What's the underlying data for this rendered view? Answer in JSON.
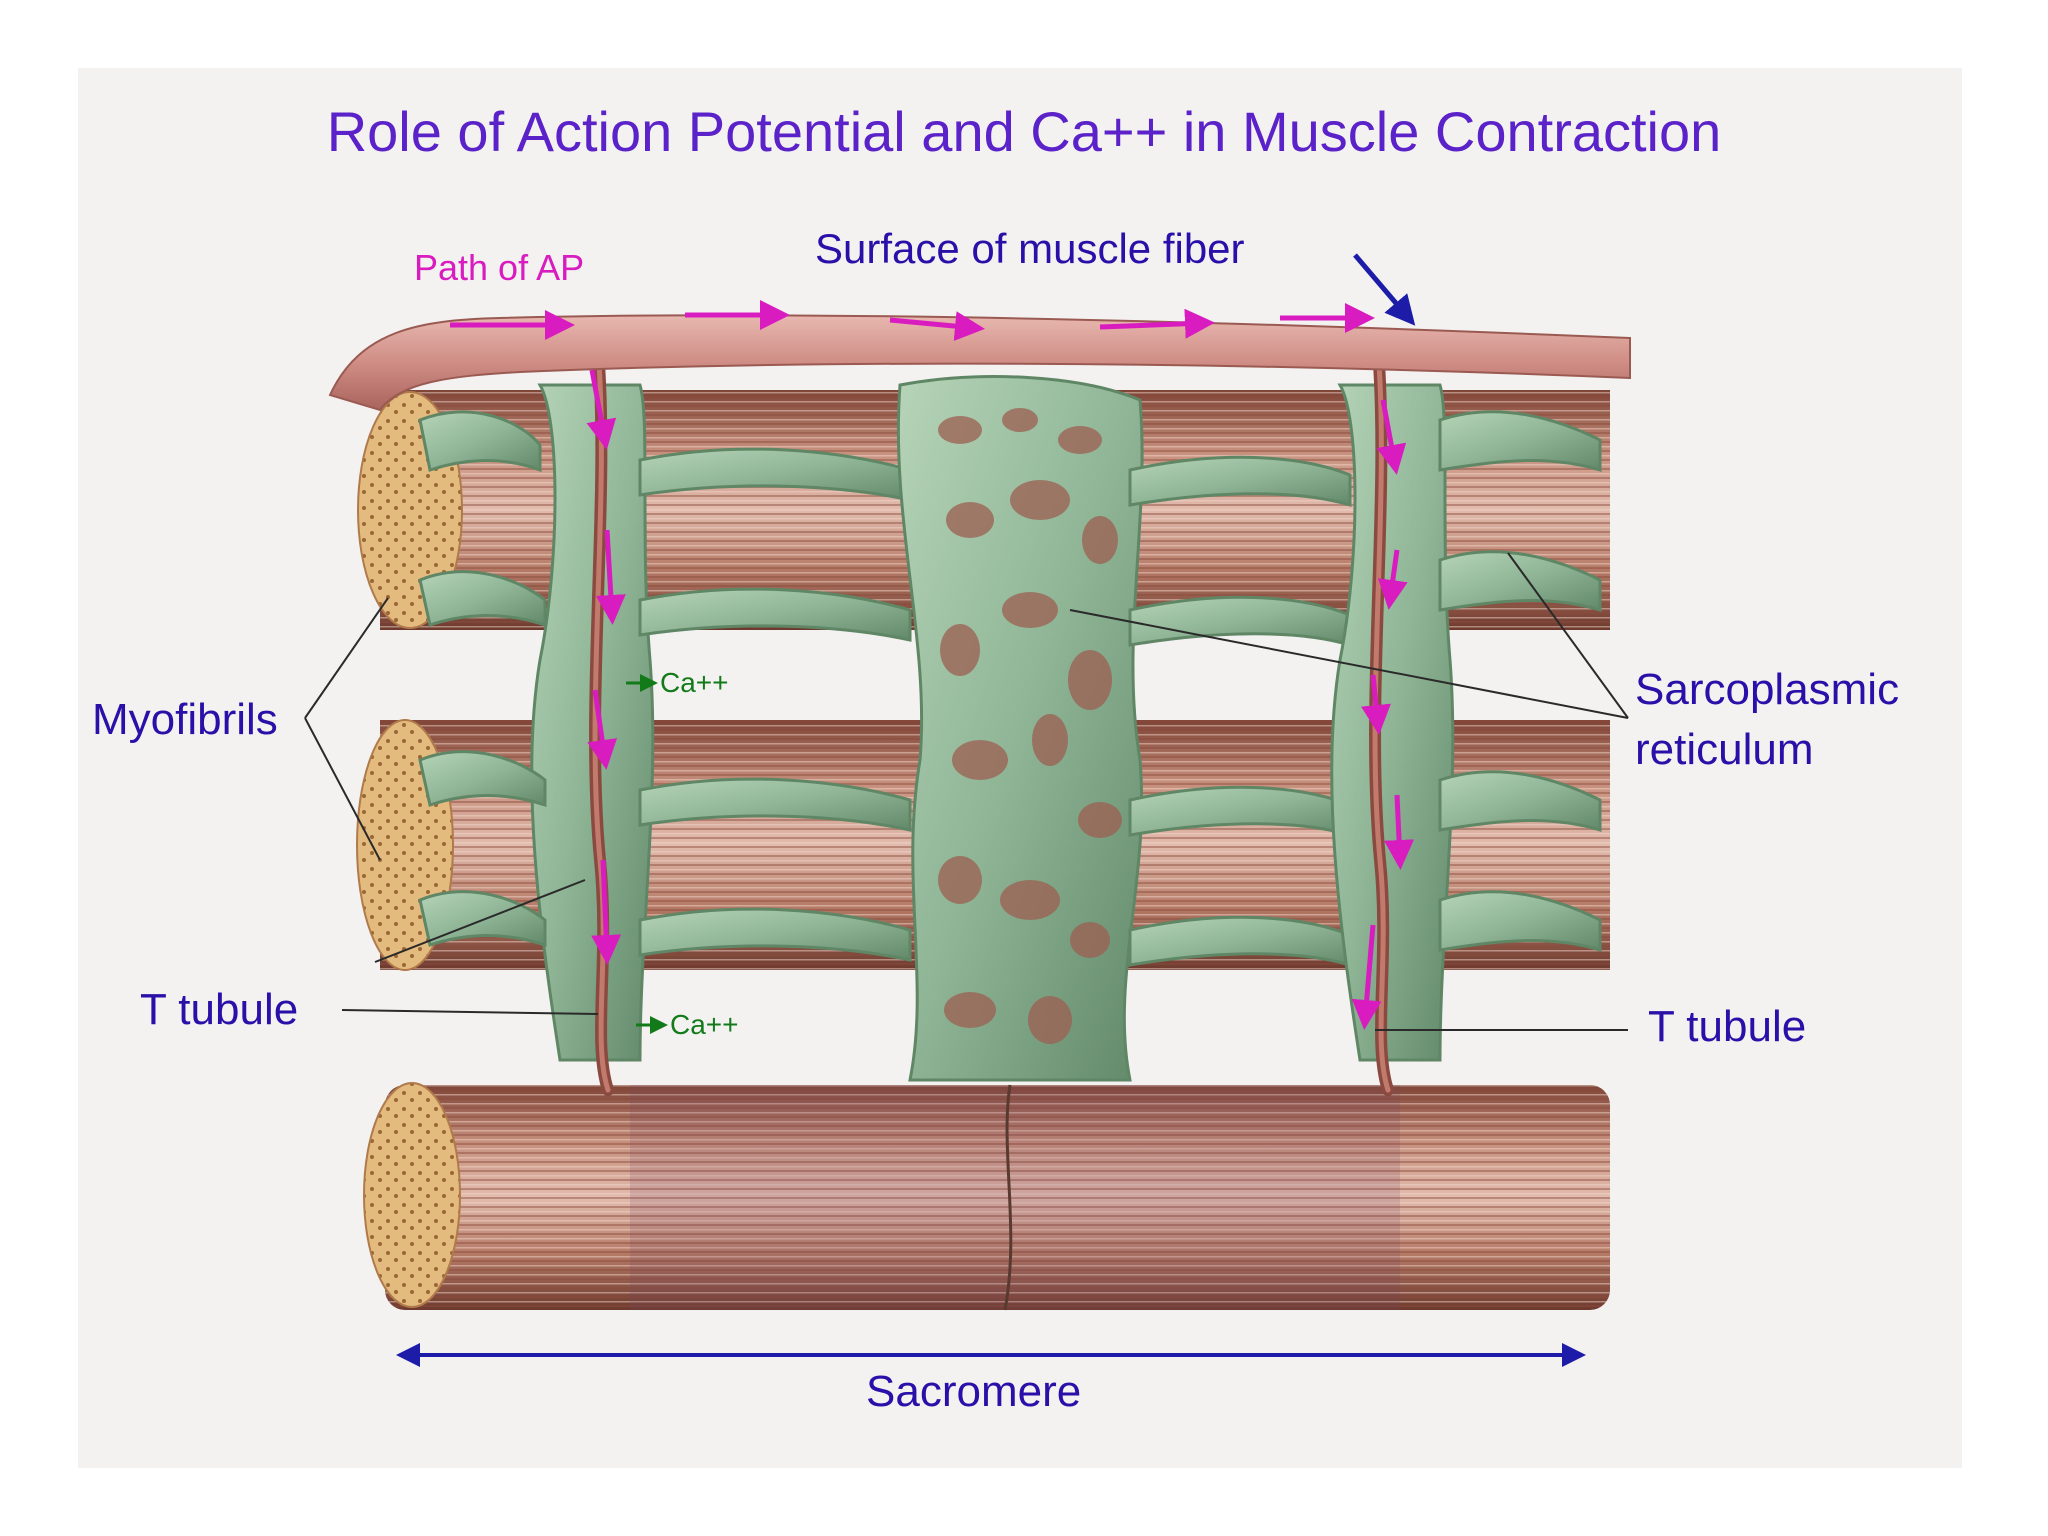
{
  "title": "Role of Action Potential and Ca++ in Muscle Contraction",
  "labels": {
    "path_of_ap": "Path of AP",
    "surface_of_muscle_fiber": "Surface of muscle fiber",
    "myofibrils": "Myofibrils",
    "sarcoplasmic_line1": "Sarcoplasmic",
    "sarcoplasmic_line2": "reticulum",
    "t_tubule_left": "T tubule",
    "t_tubule_right": "T tubule",
    "ca_upper": "Ca++",
    "ca_lower": "Ca++",
    "sarcomere": "Sacromere"
  },
  "colors": {
    "title": "#5a22c8",
    "label_blue": "#2a0fa8",
    "ap_magenta": "#d81cc0",
    "calcium_green": "#137a1a",
    "reticulum_green": "#8fb596",
    "myofibril_brown": "#b57a66",
    "membrane_pink": "#d79d95",
    "fiber_end_tan": "#e2b679"
  }
}
